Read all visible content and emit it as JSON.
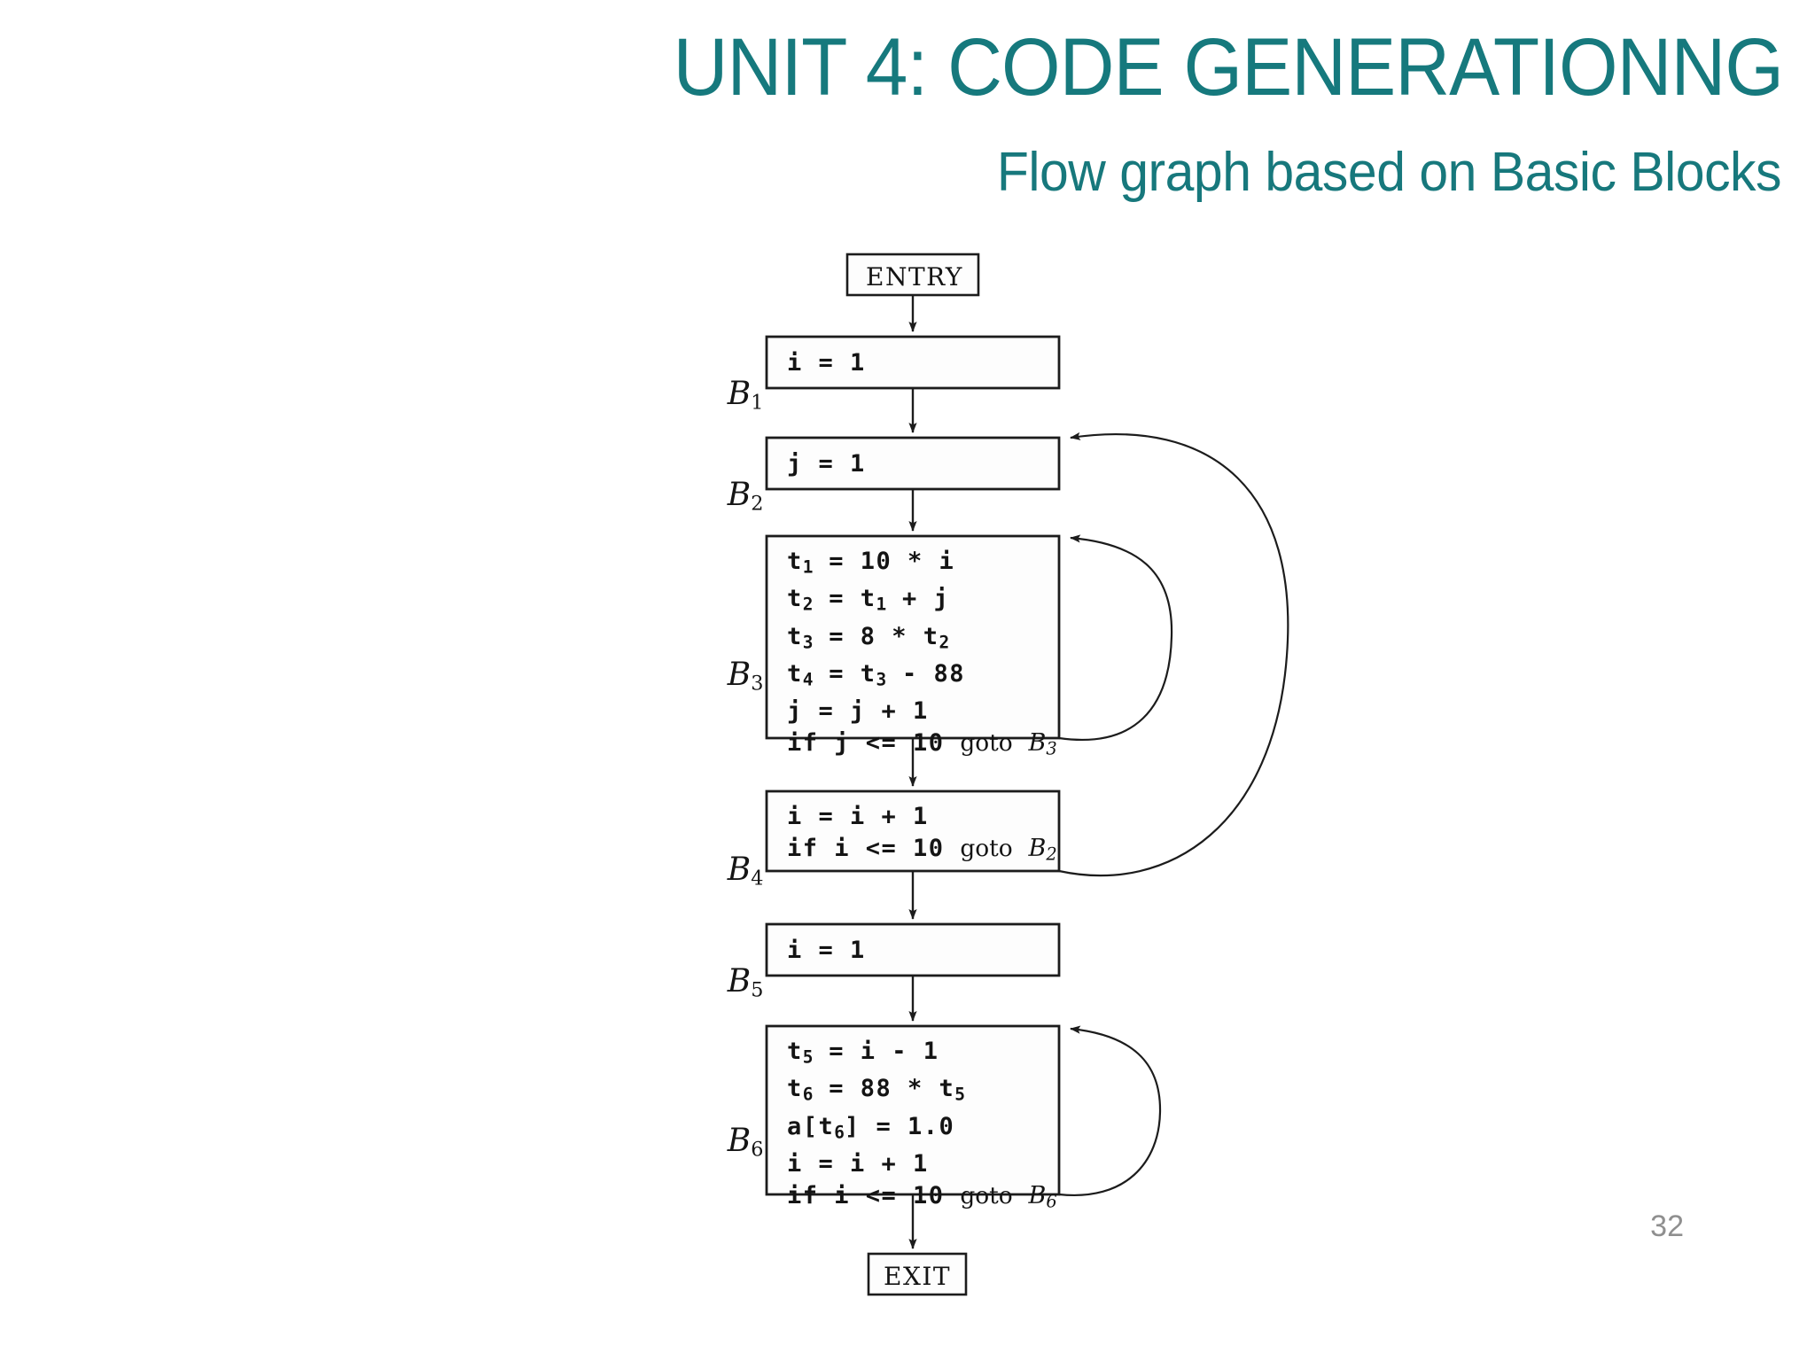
{
  "slide": {
    "title": "UNIT 4: CODE GENERATIONNG",
    "subtitle": "Flow graph based on Basic Blocks",
    "page_number": "32",
    "accent_color": "#16797d",
    "page_number_color": "#8f8f8f",
    "background_color": "#ffffff"
  },
  "figure": {
    "type": "flow-graph",
    "entry_label": "ENTRY",
    "exit_label": "EXIT",
    "blocks": [
      {
        "id": "B1",
        "label_main": "B",
        "label_sub": "1",
        "lines": [
          {
            "text": "i = 1"
          }
        ]
      },
      {
        "id": "B2",
        "label_main": "B",
        "label_sub": "2",
        "lines": [
          {
            "text": "j = 1"
          }
        ]
      },
      {
        "id": "B3",
        "label_main": "B",
        "label_sub": "3",
        "lines": [
          {
            "text": "t1 = 10 * i"
          },
          {
            "text": "t2 = t1 + j"
          },
          {
            "text": "t3 = 8 * t2"
          },
          {
            "text": "t4 = t3 - 88"
          },
          {
            "text": "j = j + 1"
          },
          {
            "text": "if j <= 10 goto B3"
          }
        ]
      },
      {
        "id": "B4",
        "label_main": "B",
        "label_sub": "4",
        "lines": [
          {
            "text": "i = i + 1"
          },
          {
            "text": "if i <= 10 goto B2"
          }
        ]
      },
      {
        "id": "B5",
        "label_main": "B",
        "label_sub": "5",
        "lines": [
          {
            "text": "i = 1"
          }
        ]
      },
      {
        "id": "B6",
        "label_main": "B",
        "label_sub": "6",
        "lines": [
          {
            "text": "t5 = i - 1"
          },
          {
            "text": "t6 = 88 * t5"
          },
          {
            "text": "a[t6] = 1.0"
          },
          {
            "text": "i = i + 1"
          },
          {
            "text": "if i <= 10 goto B6"
          }
        ]
      }
    ],
    "edges": [
      {
        "from": "ENTRY",
        "to": "B1",
        "kind": "straight"
      },
      {
        "from": "B1",
        "to": "B2",
        "kind": "straight"
      },
      {
        "from": "B2",
        "to": "B3",
        "kind": "straight"
      },
      {
        "from": "B3",
        "to": "B4",
        "kind": "straight"
      },
      {
        "from": "B4",
        "to": "B5",
        "kind": "straight"
      },
      {
        "from": "B5",
        "to": "B6",
        "kind": "straight"
      },
      {
        "from": "B6",
        "to": "EXIT",
        "kind": "straight"
      },
      {
        "from": "B3",
        "to": "B3",
        "kind": "back-edge-loop"
      },
      {
        "from": "B4",
        "to": "B2",
        "kind": "back-edge-loop"
      },
      {
        "from": "B6",
        "to": "B6",
        "kind": "back-edge-loop"
      }
    ],
    "line_color": "#1c1c1c"
  }
}
